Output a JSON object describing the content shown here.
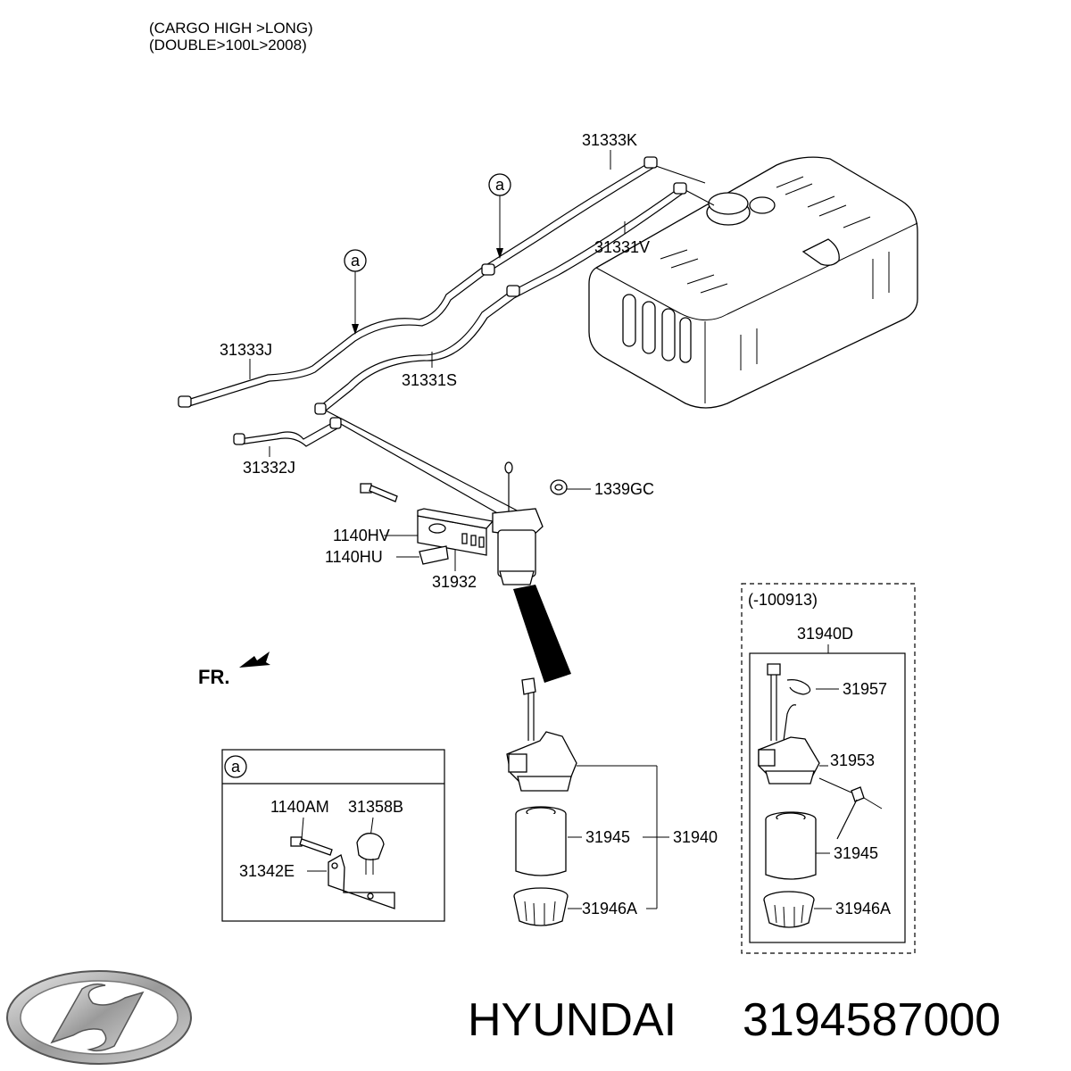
{
  "header": {
    "line1": "(CARGO HIGH >LONG)",
    "line2": "(DOUBLE>100L>2008)"
  },
  "labels": {
    "p31333K": "31333K",
    "p31331V": "31331V",
    "p31333J": "31333J",
    "p31331S": "31331S",
    "p31332J": "31332J",
    "p1339GC": "1339GC",
    "p1140HV": "1140HV",
    "p1140HU": "1140HU",
    "p31932": "31932",
    "ref_a1": "a",
    "ref_a2": "a",
    "fr": "FR."
  },
  "inset_a": {
    "ref": "a",
    "p1140AM": "1140AM",
    "p31358B": "31358B",
    "p31342E": "31342E"
  },
  "filter_assembly": {
    "p31945": "31945",
    "p31940": "31940",
    "p31946A": "31946A"
  },
  "variant": {
    "range": "(-100913)",
    "p31940D": "31940D",
    "p31957": "31957",
    "p31953": "31953",
    "p31945": "31945",
    "p31946A": "31946A"
  },
  "footer": {
    "brand": "HYUNDAI",
    "part_number": "3194587000"
  }
}
